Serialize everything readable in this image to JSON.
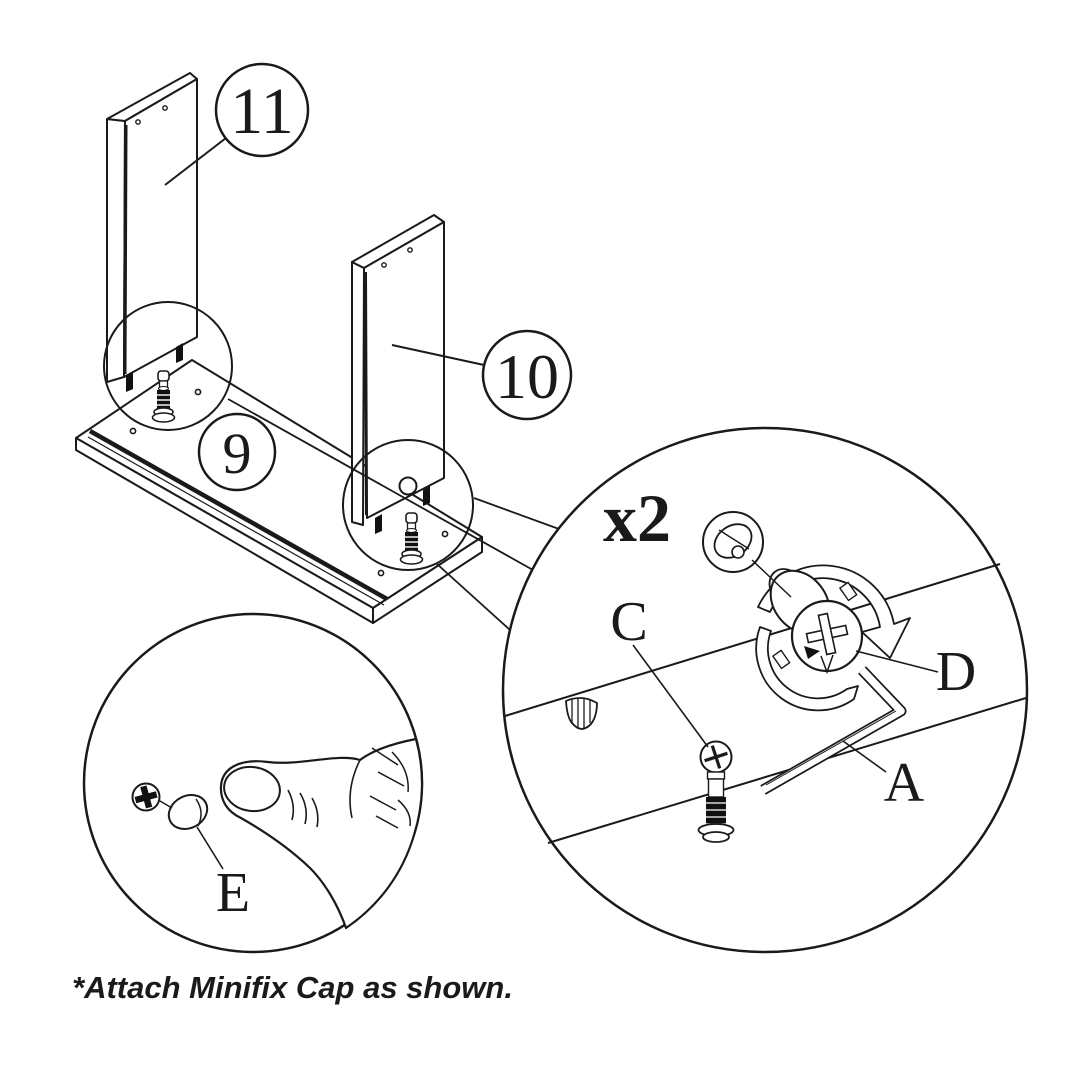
{
  "diagram": {
    "caption": "*Attach Minifix Cap as shown.",
    "quantity_note": "x2",
    "part_labels": {
      "left_panel": "11",
      "right_panel": "10",
      "base_panel": "9"
    },
    "hardware_labels": {
      "allen_key": "A",
      "cam_bolt": "C",
      "cam_lock": "D",
      "minifix_cap": "E"
    },
    "colors": {
      "line": "#1a1a1a",
      "fill": "#ffffff",
      "dark_fill": "#111111"
    }
  }
}
